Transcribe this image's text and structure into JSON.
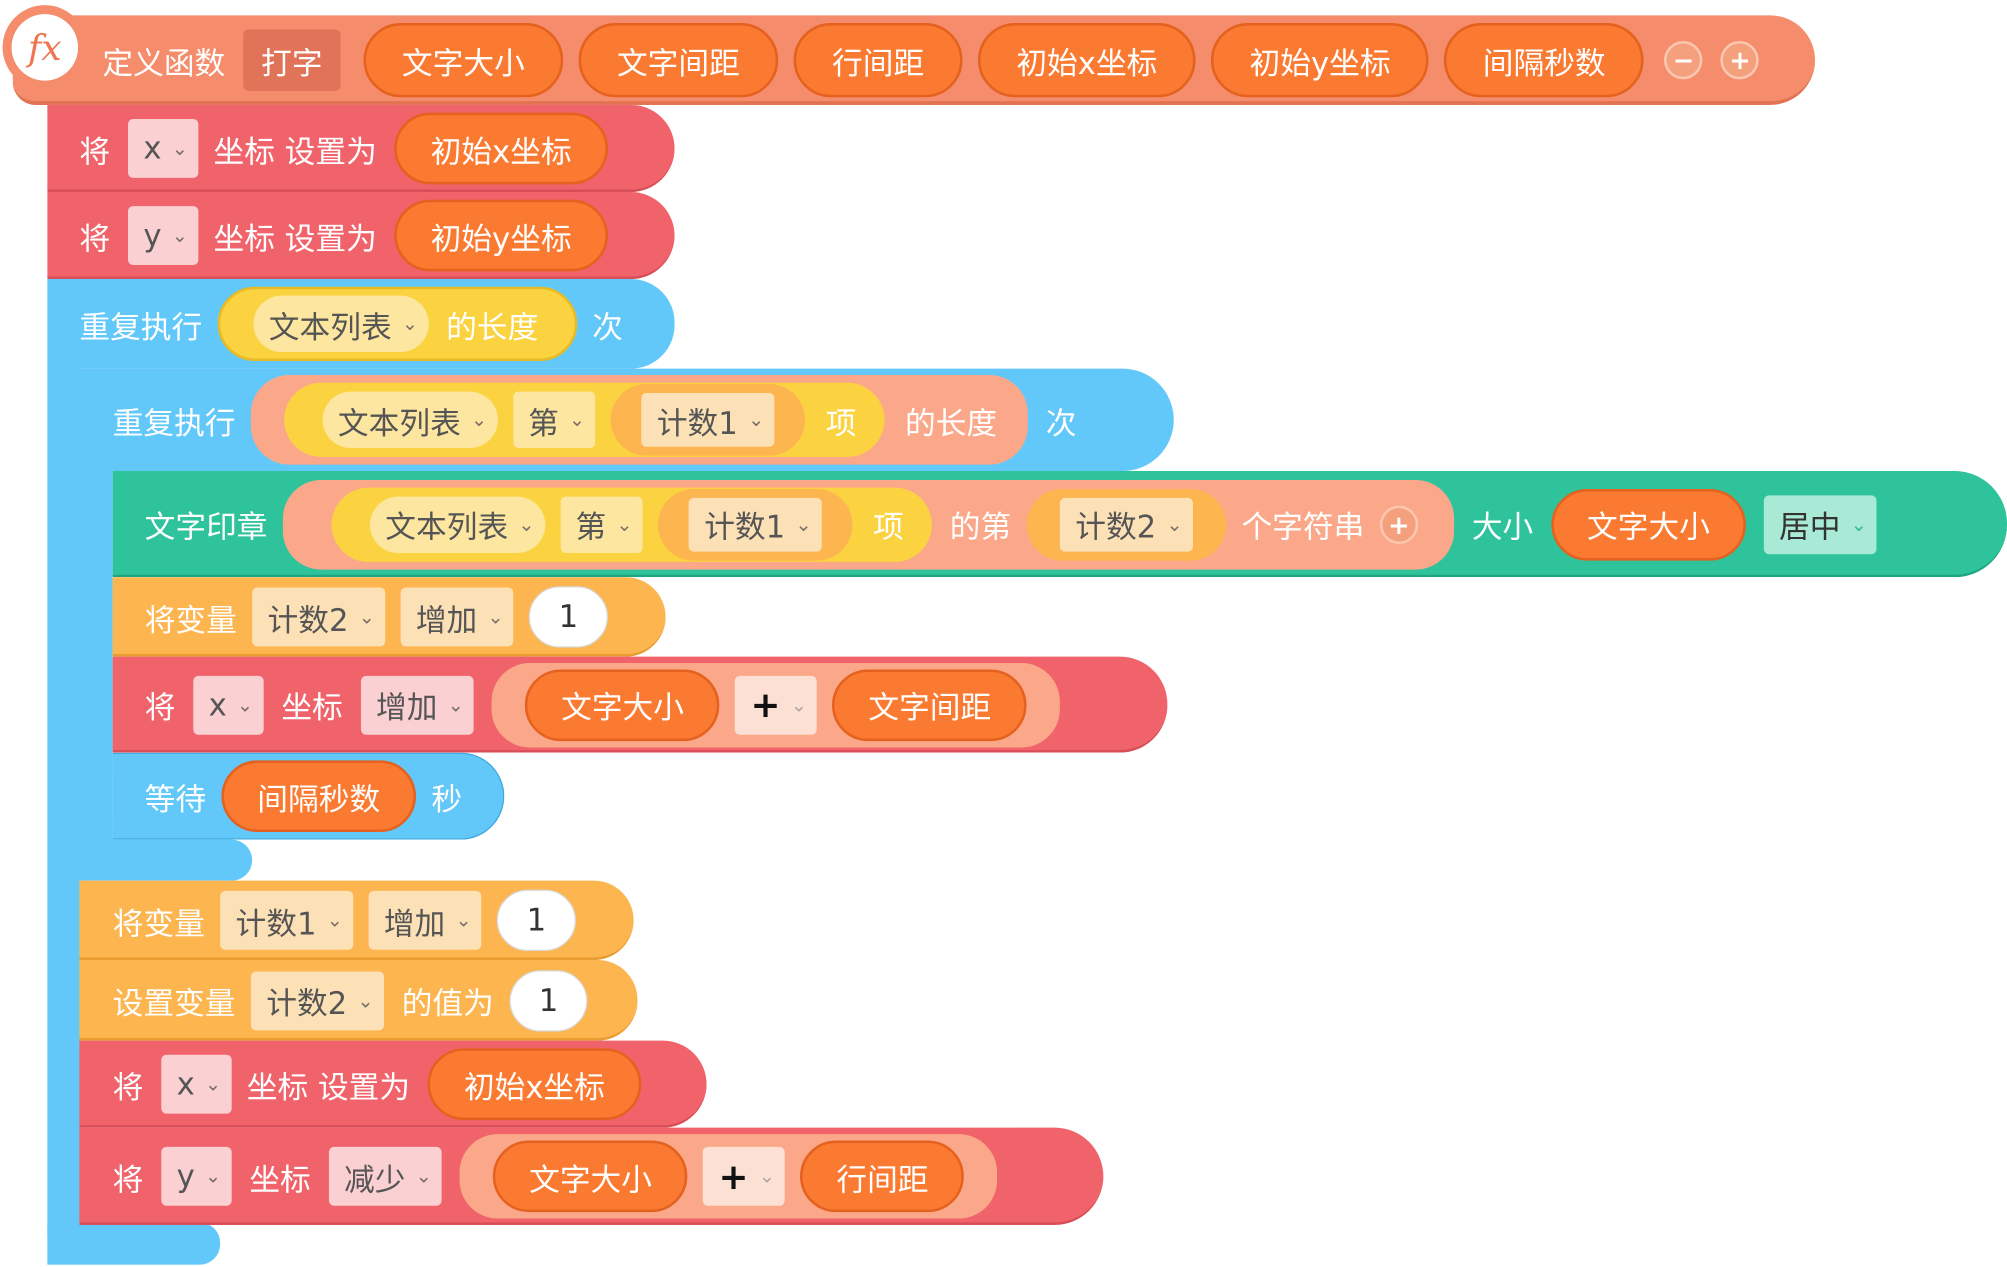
{
  "func": {
    "icon": "fx",
    "label": "定义函数",
    "name": "打字",
    "params": [
      "文字大小",
      "文字间距",
      "行间距",
      "初始x坐标",
      "初始y坐标",
      "间隔秒数"
    ],
    "remove_icon": "minus-icon",
    "add_icon": "plus-icon"
  },
  "set_x1": {
    "lead": "将",
    "axis": "x",
    "mid": "坐标 设置为",
    "value": "初始x坐标"
  },
  "set_y1": {
    "lead": "将",
    "axis": "y",
    "mid": "坐标 设置为",
    "value": "初始y坐标"
  },
  "repeat1": {
    "label": "重复执行",
    "list": "文本列表",
    "of": "的长度",
    "times": "次"
  },
  "repeat2": {
    "label": "重复执行",
    "list": "文本列表",
    "nth": "第",
    "idx": "计数1",
    "item": "项",
    "of": "的长度",
    "times": "次"
  },
  "stamp": {
    "label": "文字印章",
    "list": "文本列表",
    "nth": "第",
    "idx": "计数1",
    "item": "项",
    "the_nth": "的第",
    "idx2": "计数2",
    "suffix": "个字符串",
    "size_label": "大小",
    "size_value": "文字大小",
    "align": "居中"
  },
  "incr_count2": {
    "label": "将变量",
    "var": "计数2",
    "op": "增加",
    "value": "1"
  },
  "change_x": {
    "lead": "将",
    "axis": "x",
    "mid": "坐标",
    "op": "增加",
    "a": "文字大小",
    "operator": "+",
    "b": "文字间距"
  },
  "wait": {
    "label": "等待",
    "value": "间隔秒数",
    "unit": "秒"
  },
  "incr_count1": {
    "label": "将变量",
    "var": "计数1",
    "op": "增加",
    "value": "1"
  },
  "set_count2": {
    "label": "设置变量",
    "var": "计数2",
    "mid": "的值为",
    "value": "1"
  },
  "set_x2": {
    "lead": "将",
    "axis": "x",
    "mid": "坐标 设置为",
    "value": "初始x坐标"
  },
  "change_y": {
    "lead": "将",
    "axis": "y",
    "mid": "坐标",
    "op": "减少",
    "a": "文字大小",
    "operator": "+",
    "b": "行间距"
  },
  "colors": {
    "function": "#f58c6c",
    "motion": "#f0636b",
    "control": "#62c8f9",
    "variable": "#fdb54f",
    "pen": "#2ec39b",
    "list": "#fbd340",
    "operator": "#fba88a",
    "reporter": "#fb7a31"
  }
}
